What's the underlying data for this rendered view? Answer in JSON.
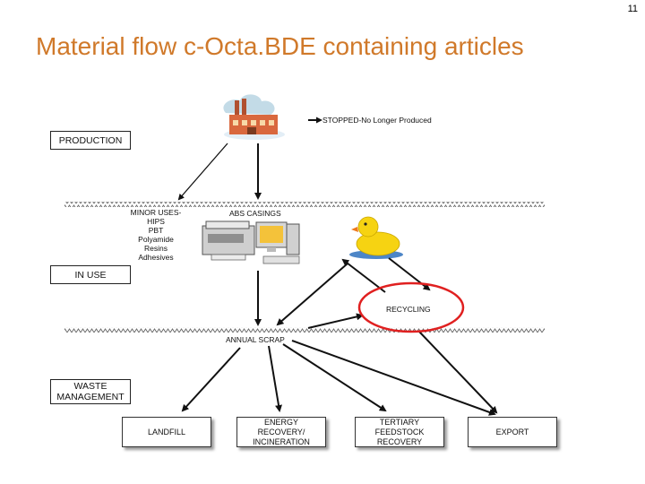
{
  "slide_number": "11",
  "title": "Material flow c-Octa.BDE containing articles",
  "stages": {
    "production": "PRODUCTION",
    "in_use": "IN USE",
    "waste_management": "WASTE MANAGEMENT"
  },
  "labels": {
    "stopped": "STOPPED-No Longer Produced",
    "abs_casings": "ABS CASINGS",
    "annual_scrap": "ANNUAL SCRAP",
    "recycling": "RECYCLING"
  },
  "minor_uses": {
    "heading": "MINOR USES-",
    "items": [
      "HIPS",
      "PBT",
      "Polyamide",
      "Resins",
      "Adhesives"
    ]
  },
  "destinations": {
    "landfill": "LANDFILL",
    "energy_recovery": "ENERGY RECOVERY/ INCINERATION",
    "tertiary": "TERTIARY FEEDSTOCK RECOVERY",
    "export": "EXPORT"
  },
  "icons": [
    "factory-icon",
    "office-equipment-icon",
    "rubber-duck-icon"
  ],
  "colors": {
    "title": "#d0792a",
    "highlight_ring": "#e02020"
  }
}
